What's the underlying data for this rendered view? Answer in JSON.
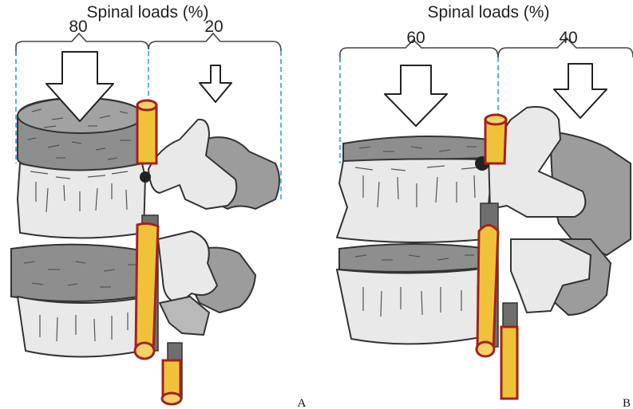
{
  "panels": [
    {
      "id": "A",
      "title": "Spinal loads (%)",
      "loads": [
        80,
        20
      ],
      "label": "A"
    },
    {
      "id": "B",
      "title": "Spinal loads (%)",
      "loads": [
        60,
        40
      ],
      "label": "B"
    }
  ],
  "colors": {
    "guide_line": "#2aa3d8",
    "disc": "#8e8e8e",
    "bone": "#e9e9e9",
    "facet": "#9c9c9c",
    "nerve_fill": "#f0c23a",
    "nerve_outline": "#a3221c"
  }
}
